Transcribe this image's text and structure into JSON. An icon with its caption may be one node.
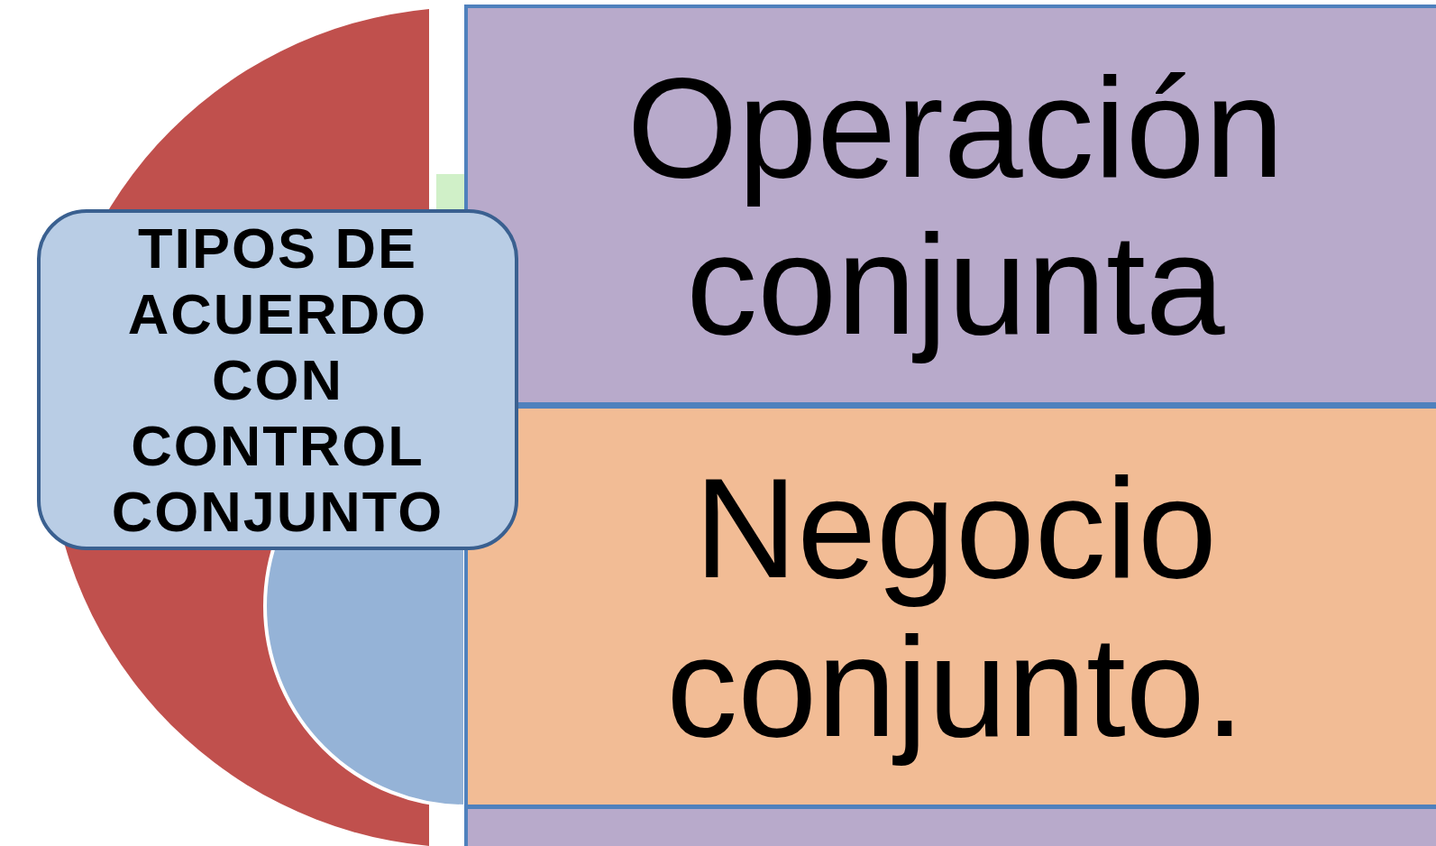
{
  "diagram": {
    "nodes": [
      {
        "text": [
          "TIPOS DE ACUERDO CON CONTROL CONJUNTO"
        ]
      },
      {
        "text": [
          "Operación conjunta"
        ]
      },
      {
        "text": [
          "Negocio conjunto."
        ]
      },
      {
        "text": [],
        "shape": "box"
      }
    ],
    "edges": []
  }
}
